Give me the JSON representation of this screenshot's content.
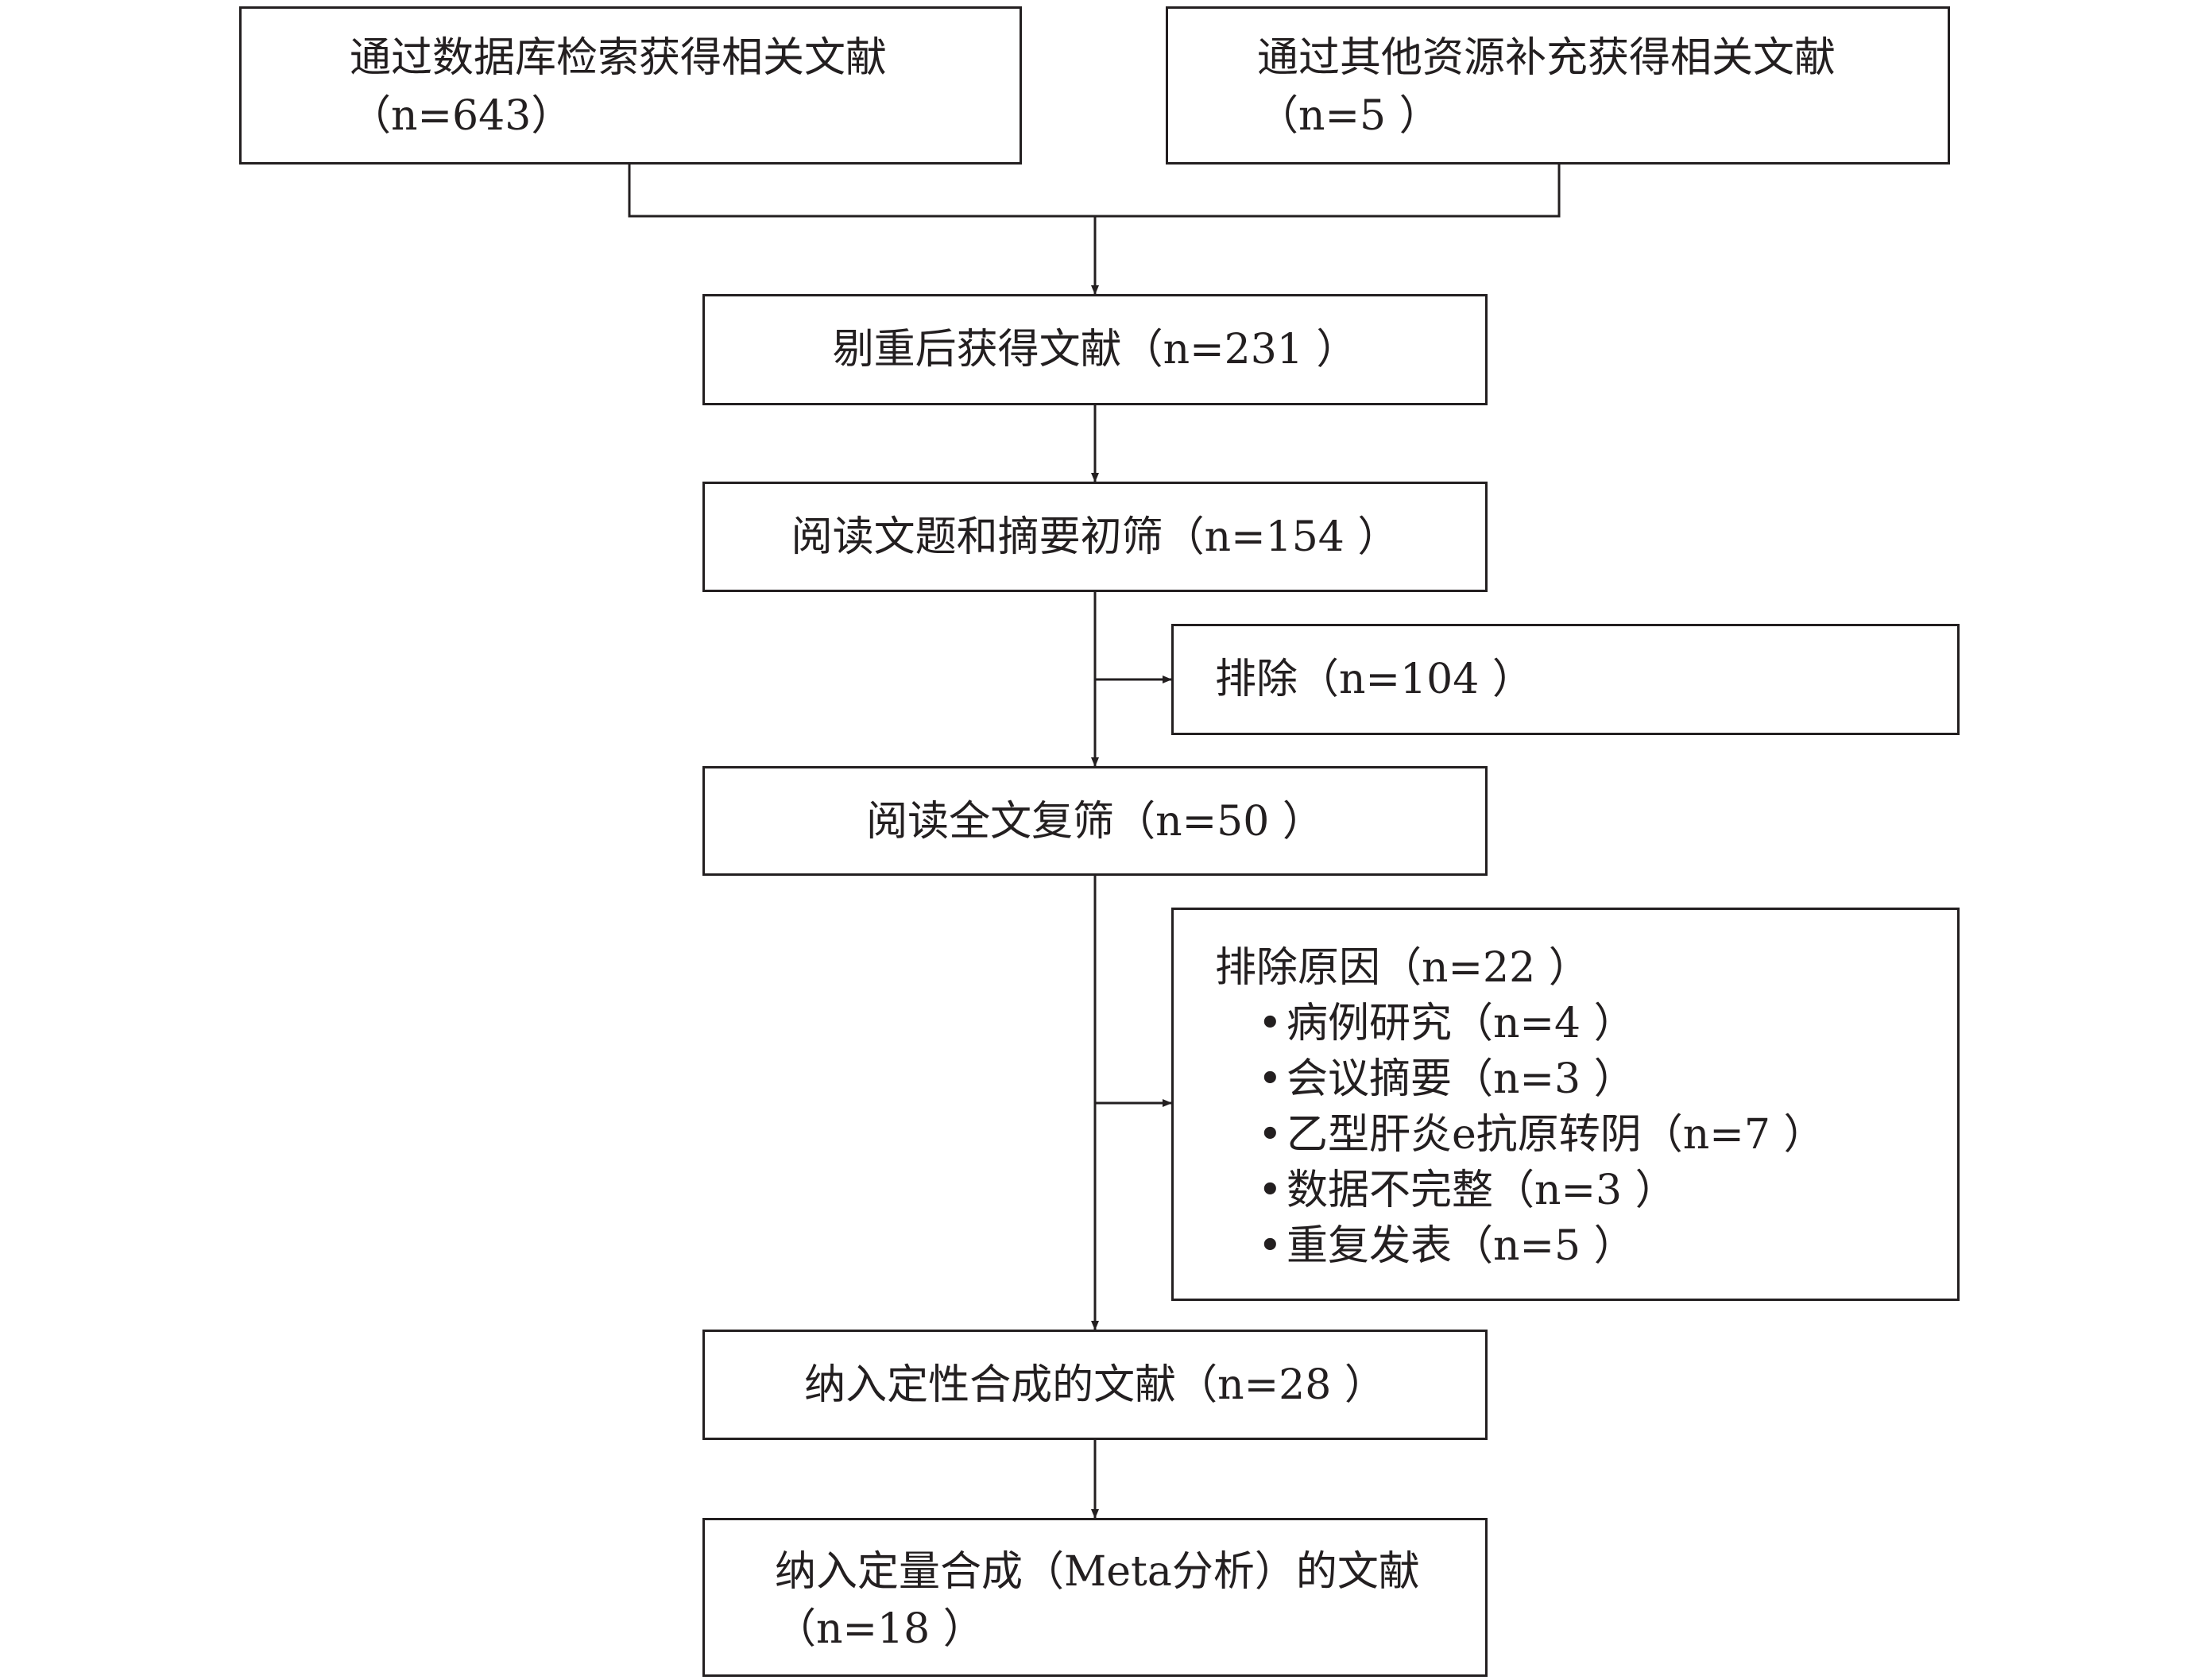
{
  "flowchart": {
    "db_search": {
      "line1": "通过数据库检索获得相关文献",
      "line2": "（n=643）"
    },
    "other_sources": {
      "line1": "通过其他资源补充获得相关文献",
      "line2": "（n=5 ）"
    },
    "dedup": {
      "label": "剔重后获得文献（n=231 ）"
    },
    "title_abstract": {
      "label": "阅读文题和摘要初筛（n=154 ）"
    },
    "excluded_first": {
      "label": "排除（n=104 ）"
    },
    "fulltext": {
      "label": "阅读全文复筛（n=50 ）"
    },
    "excluded_reasons": {
      "title": "排除原因（n=22 ）",
      "items": [
        "病例研究（n=4 ）",
        "会议摘要（n=3 ）",
        "乙型肝炎e抗原转阴（n=7 ）",
        "数据不完整（n=3 ）",
        "重复发表（n=5 ）"
      ]
    },
    "qualitative": {
      "label": "纳入定性合成的文献（n=28 ）"
    },
    "meta": {
      "line1": "纳入定量合成（Meta分析）的文献",
      "line2": "（n=18 ）"
    }
  }
}
